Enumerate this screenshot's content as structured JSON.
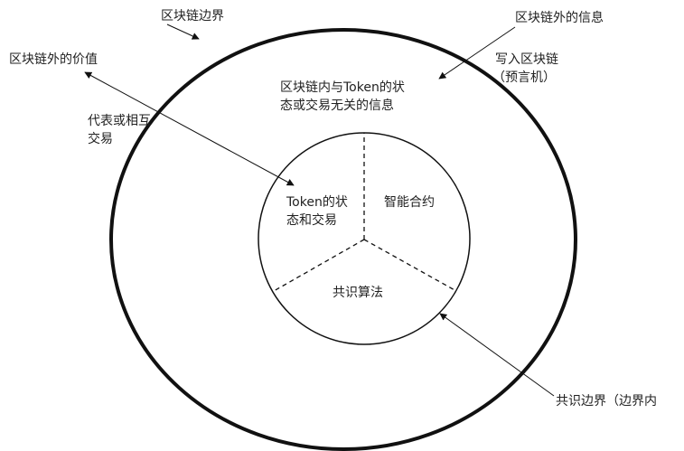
{
  "labels": {
    "blockchain_boundary": "区块链边界",
    "offchain_info": "区块链外的信息",
    "write_to_chain_1": "写入区块链",
    "write_to_chain_2": "（预言机）",
    "offchain_value": "区块链外的价值",
    "represent_1": "代表或相互",
    "represent_2": "交易",
    "onchain_info_1": "区块链内与Token的状",
    "onchain_info_2": "态或交易无关的信息",
    "token_state_1": "Token的状",
    "token_state_2": "态和交易",
    "smart_contract": "智能合约",
    "consensus_algorithm": "共识算法",
    "consensus_boundary": "共识边界（边界内"
  }
}
